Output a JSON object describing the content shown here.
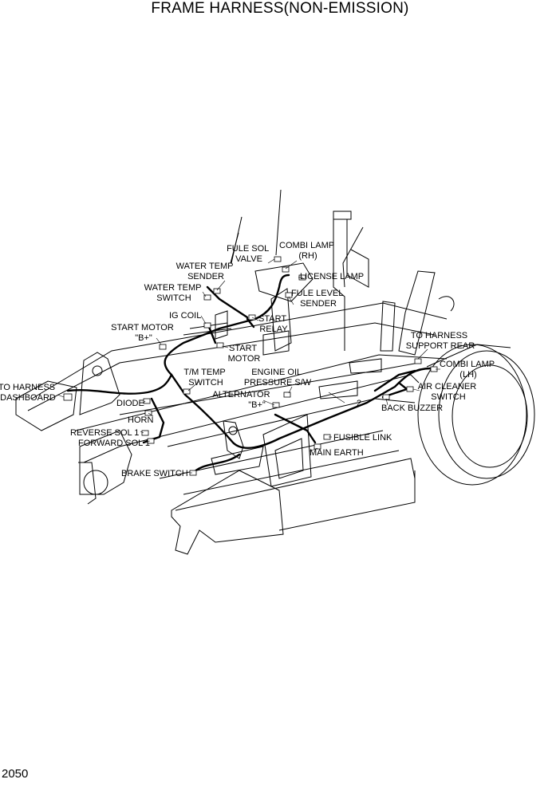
{
  "page": {
    "title": "FRAME HARNESS(NON-EMISSION)",
    "number": "2050"
  },
  "labels": {
    "fule_sol_valve": [
      "FULE SOL",
      "VALVE"
    ],
    "combi_lamp_rh": [
      "COMBI LAMP",
      "(RH)"
    ],
    "water_temp_sender": [
      "WATER TEMP",
      "SENDER"
    ],
    "license_lamp": [
      "LICENSE LAMP"
    ],
    "water_temp_switch": [
      "WATER TEMP",
      "SWITCH"
    ],
    "fule_level_sender": [
      "FULE LEVEL",
      "SENDER"
    ],
    "ig_coil": [
      "IG COIL"
    ],
    "start_motor_b": [
      "START MOTOR",
      "\"B+\""
    ],
    "start_relay": [
      "START",
      "RELAY"
    ],
    "start_motor": [
      "START",
      "MOTOR"
    ],
    "to_harness_support_rear": [
      "TO HARNESS",
      "SUPPORT REAR"
    ],
    "combi_lamp_lh": [
      "COMBI LAMP",
      "(LH)"
    ],
    "tm_temp_switch": [
      "T/M TEMP",
      "SWITCH"
    ],
    "engine_oil_pressure": [
      "ENGINE OIL",
      "PRESSURE S/W"
    ],
    "to_harness_dashboard": [
      "TO HARNESS",
      "DASHBOARD"
    ],
    "air_cleaner_switch": [
      "AIR CLEANER",
      "SWITCH"
    ],
    "alternator_b": [
      "ALTERNATOR",
      "\"B+\""
    ],
    "callout_2": [
      "2"
    ],
    "diode": [
      "DIODE"
    ],
    "back_buzzer": [
      "BACK BUZZER"
    ],
    "horn": [
      "HORN"
    ],
    "reverse_sol": [
      "REVERSE SOL 1"
    ],
    "fusible_link": [
      "FUSIBLE LINK"
    ],
    "forward_sol": [
      "FORWARD SOL 1"
    ],
    "main_earth": [
      "MAIN EARTH"
    ],
    "brake_switch": [
      "BRAKE SWITCH"
    ]
  }
}
